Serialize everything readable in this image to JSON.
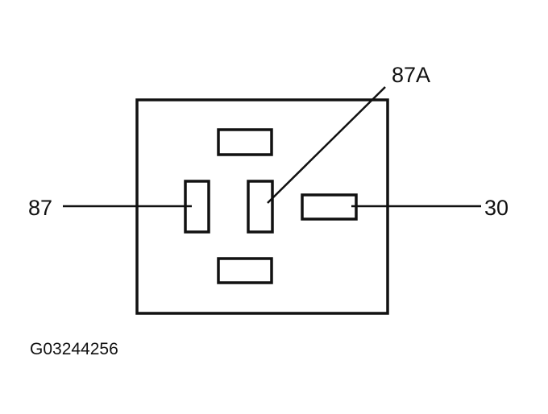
{
  "diagram": {
    "pins": {
      "pin_87": "87",
      "pin_87a": "87A",
      "pin_30": "30"
    },
    "figure_id": "G03244256"
  }
}
